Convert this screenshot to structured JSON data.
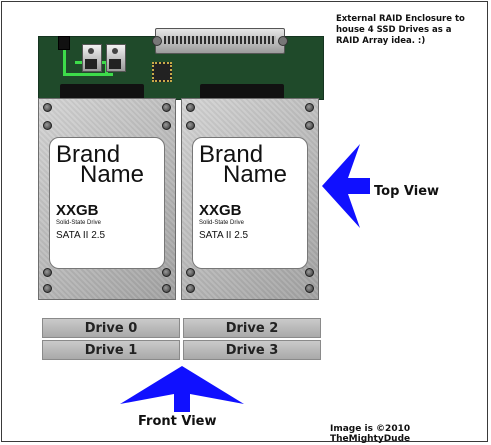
{
  "note": "External RAID Enclosure to house 4 SSD Drives as a RAID Array idea. :)",
  "top_view_label": "Top View",
  "front_view_label": "Front View",
  "copyright": "Image is ©2010 TheMightyDude",
  "drives": [
    {
      "brand": "Brand",
      "name": "Name",
      "capacity": "XXGB",
      "type": "Solid-State Drive",
      "interface": "SATA II 2.5"
    },
    {
      "brand": "Brand",
      "name": "Name",
      "capacity": "XXGB",
      "type": "Solid-State Drive",
      "interface": "SATA II 2.5"
    }
  ],
  "front_bays": [
    "Drive 0",
    "Drive 2",
    "Drive 1",
    "Drive 3"
  ],
  "colors": {
    "pcb": "#1f4a2a",
    "trace": "#3ddc4a",
    "arrow": "#1010ff"
  }
}
